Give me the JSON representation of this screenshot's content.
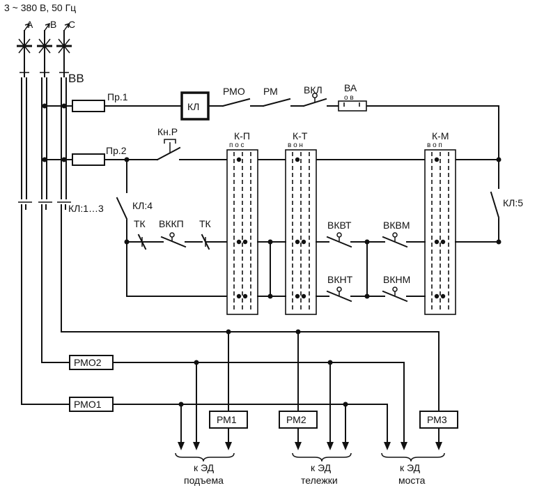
{
  "supply": "3 ~ 380 В, 50 Гц",
  "phases": [
    "A",
    "B",
    "C"
  ],
  "labels": {
    "vv": "ВВ",
    "pr1": "Пр.1",
    "pr2": "Пр.2",
    "kl_box": "КЛ",
    "rmo": "РМО",
    "rm": "РМ",
    "vkl": "ВКЛ",
    "va": "ВА",
    "va_pos": "о      в",
    "kn_r": "Кн.Р",
    "kl_1_3": "КЛ:1…3",
    "kl_4": "КЛ:4",
    "kl_5": "КЛ:5",
    "tk_left": "ТК",
    "vkkp": "ВККП",
    "tk_right": "ТК",
    "vkvt": "ВКВТ",
    "vknt": "ВКНТ",
    "vkvm": "ВКВМ",
    "vknm": "ВКНМ"
  },
  "controllers": [
    {
      "name": "К-П",
      "positions": "п о с"
    },
    {
      "name": "К-Т",
      "positions": "в о н"
    },
    {
      "name": "К-М",
      "positions": "в о п"
    }
  ],
  "relays": {
    "rmo1": "РМО1",
    "rmo2": "РМО2",
    "rm1": "РМ1",
    "rm2": "РМ2",
    "rm3": "РМ3"
  },
  "outputs": [
    {
      "line1": "к ЭД",
      "line2": "подъема"
    },
    {
      "line1": "к ЭД",
      "line2": "тележки"
    },
    {
      "line1": "к ЭД",
      "line2": "моста"
    }
  ]
}
